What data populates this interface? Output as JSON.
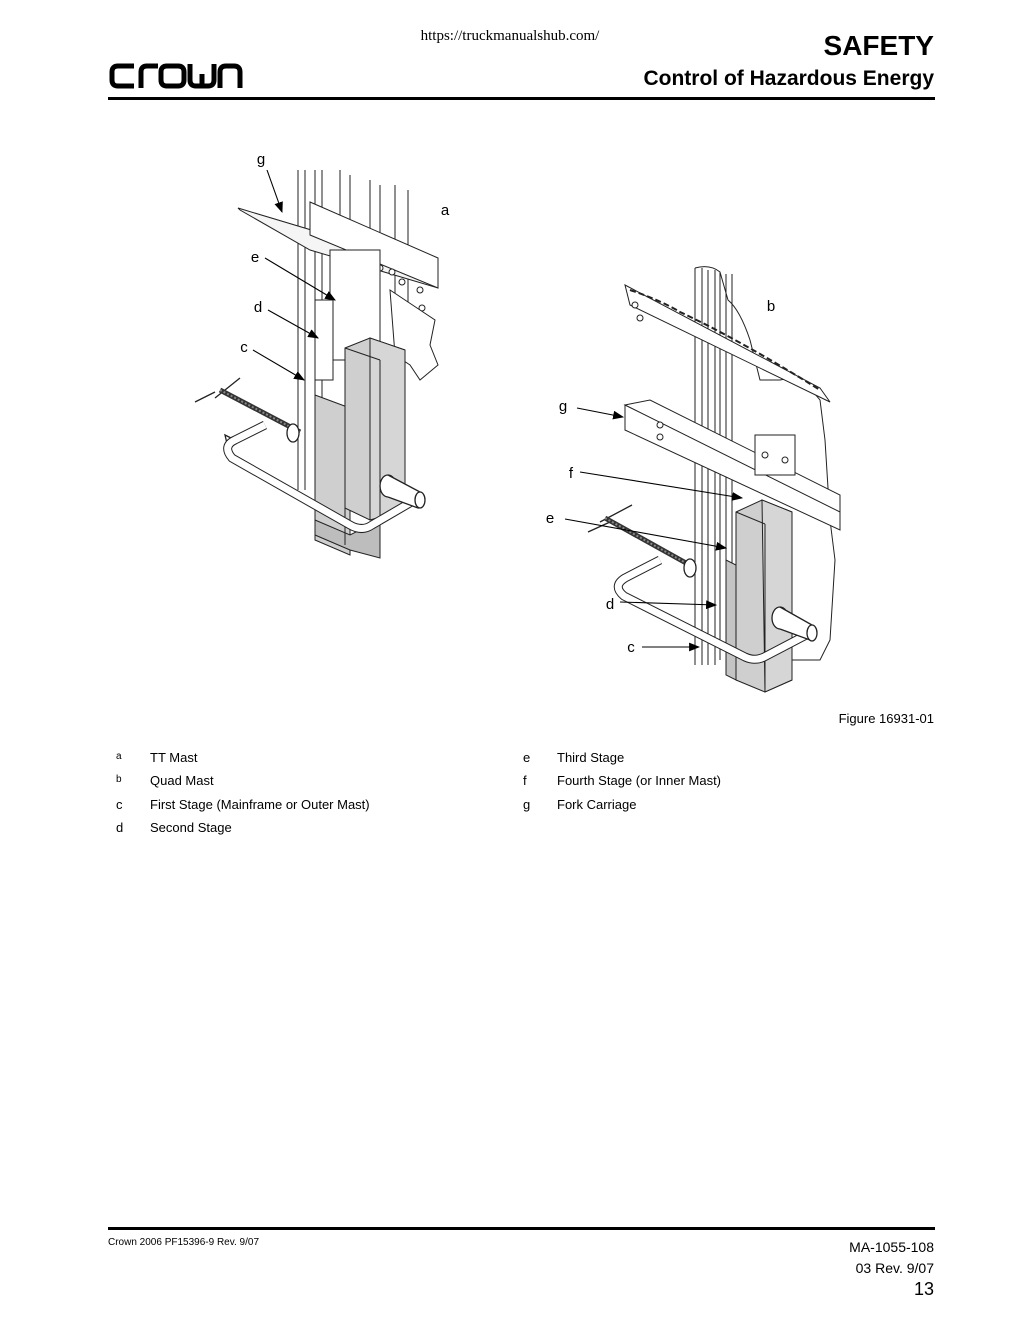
{
  "header": {
    "url": "https://truckmanualshub.com/",
    "brand": "crown",
    "section": "SAFETY",
    "subsection": "Control of Hazardous Energy"
  },
  "figure": {
    "callouts": {
      "tt_mast": [
        "g",
        "a",
        "e",
        "d",
        "c"
      ],
      "quad_mast": [
        "b",
        "g",
        "f",
        "e",
        "d",
        "c"
      ]
    },
    "caption": "Figure 16931-01"
  },
  "legend": {
    "left": [
      {
        "key": "a",
        "text": "TT Mast"
      },
      {
        "key": "b",
        "text": "Quad Mast"
      },
      {
        "key": "c",
        "text": "First Stage (Mainframe or Outer Mast)"
      },
      {
        "key": "d",
        "text": "Second Stage"
      }
    ],
    "right": [
      {
        "key": "e",
        "text": "Third Stage"
      },
      {
        "key": "f",
        "text": "Fourth Stage (or Inner Mast)"
      },
      {
        "key": "g",
        "text": "Fork Carriage"
      }
    ]
  },
  "footer": {
    "left": "Crown 2006 PF15396-9 Rev. 9/07",
    "doc_number": "MA-1055-108",
    "revision": "03 Rev. 9/07",
    "page": "13"
  }
}
